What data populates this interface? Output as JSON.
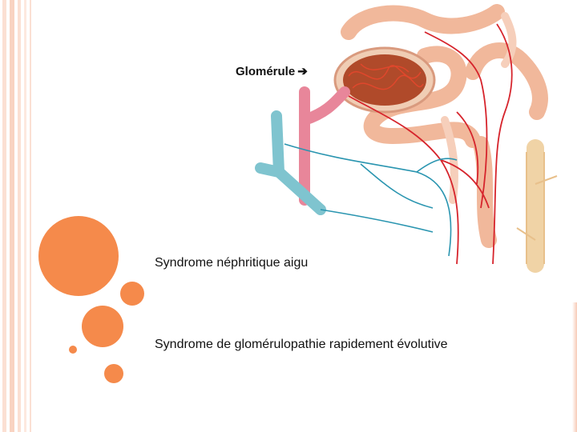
{
  "slide": {
    "label_glomerule": "Glomérule",
    "arrow_glyph": "➔",
    "line1": "Syndrome néphritique aigu",
    "line2": "Syndrome de glomérulopathie  rapidement évolutive"
  },
  "colors": {
    "accent": "#f58a4b",
    "stripe": "#f9d3c1",
    "tubule": "#f1b89b",
    "artery": "#d6242c",
    "vein": "#2a95b0",
    "collecting_duct": "#f0d3a6"
  },
  "illustration": {
    "icon": "nephron-illustration"
  }
}
